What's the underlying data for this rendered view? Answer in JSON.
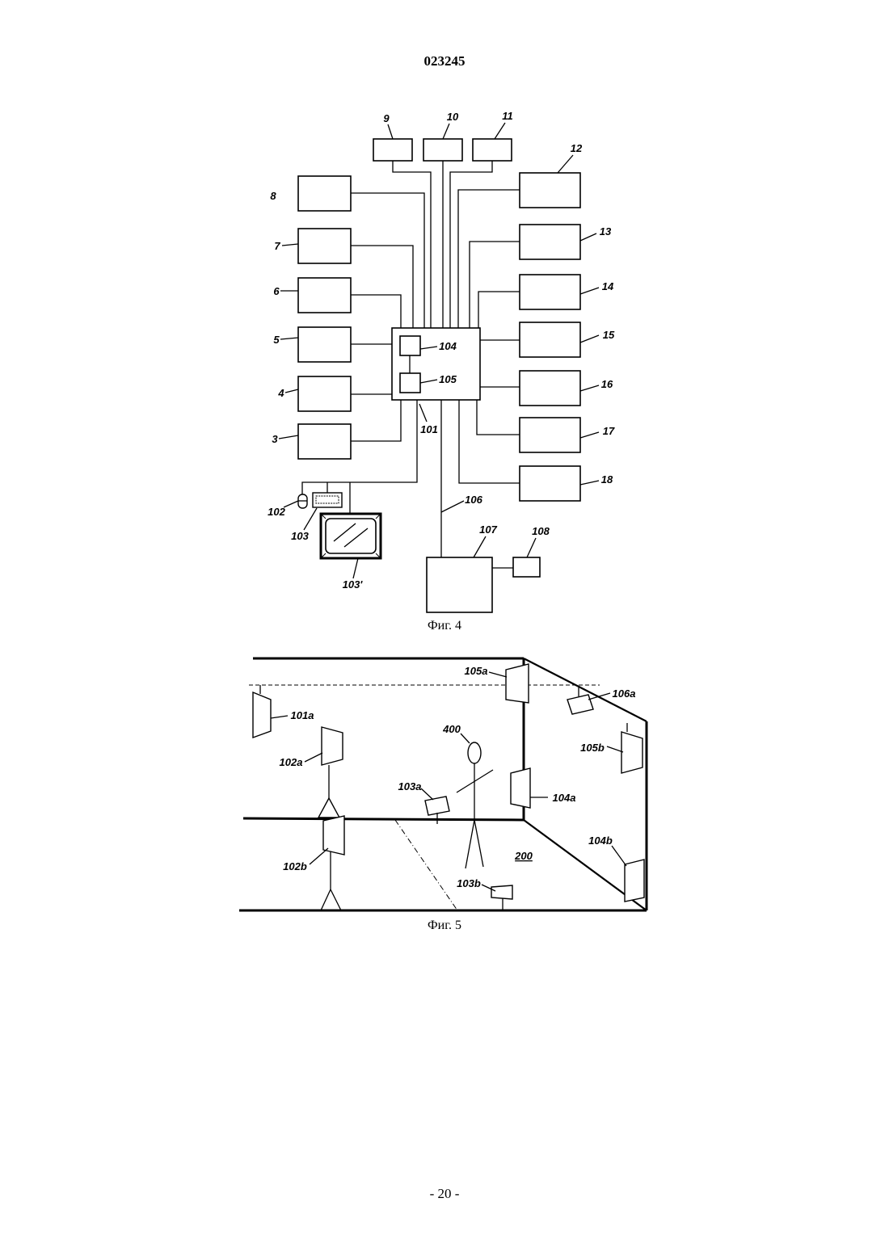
{
  "header": {
    "doc_number": "023245"
  },
  "footer": {
    "page_label": "- 20 -"
  },
  "fig4": {
    "caption": "Фиг. 4",
    "labels": {
      "b3": "3",
      "b4": "4",
      "b5": "5",
      "b6": "6",
      "b7": "7",
      "b8": "8",
      "b9": "9",
      "b10": "10",
      "b11": "11",
      "b12": "12",
      "b13": "13",
      "b14": "14",
      "b15": "15",
      "b16": "16",
      "b17": "17",
      "b18": "18",
      "b101": "101",
      "b102": "102",
      "b103": "103",
      "b103p": "103'",
      "b104": "104",
      "b105": "105",
      "b106": "106",
      "b107": "107",
      "b108": "108"
    }
  },
  "fig5": {
    "caption": "Фиг. 5",
    "labels": {
      "c101a": "101a",
      "c102a": "102a",
      "c102b": "102b",
      "c103a": "103a",
      "c103b": "103b",
      "c104a": "104a",
      "c104b": "104b",
      "c105a": "105a",
      "c105b": "105b",
      "c106a": "106a",
      "person": "400",
      "zone": "200"
    }
  }
}
